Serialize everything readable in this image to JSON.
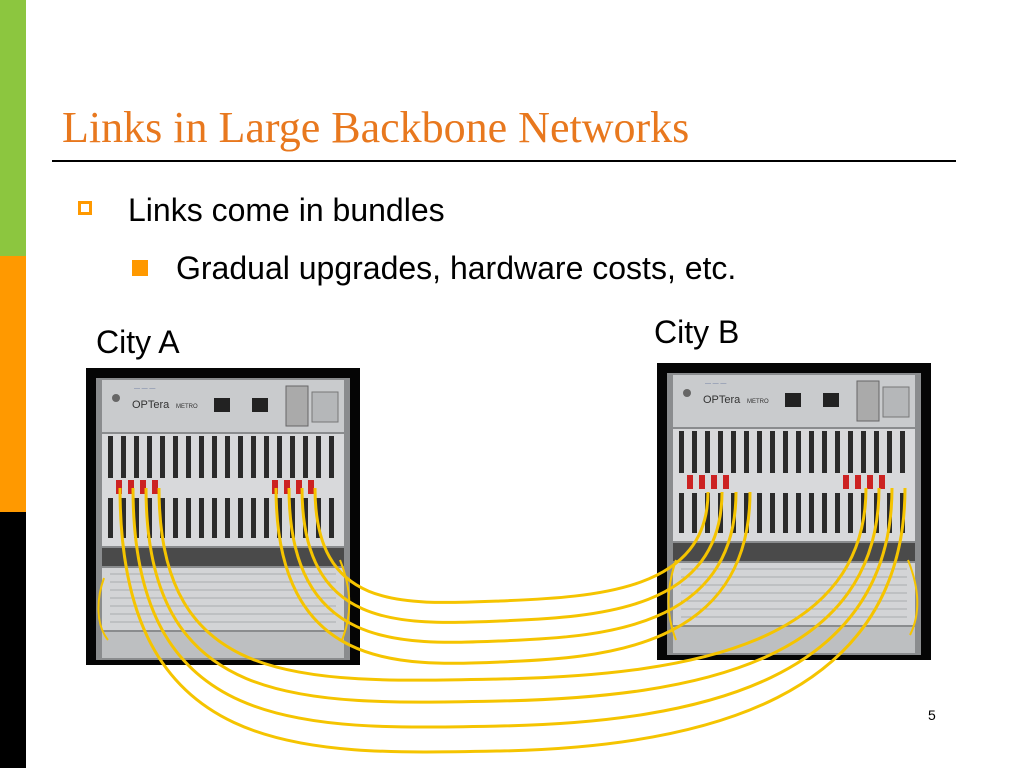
{
  "slide": {
    "title": "Links in Large Backbone Networks",
    "bullets": [
      {
        "level": 1,
        "marker": "hollow-square",
        "text": "Links come in bundles"
      },
      {
        "level": 2,
        "marker": "filled-square",
        "text": "Gradual upgrades, hardware costs, etc."
      }
    ],
    "cities": {
      "a": "City A",
      "b": "City B"
    },
    "equipment": {
      "brand": "OPTera",
      "model": "METRO"
    },
    "page_number": "5"
  },
  "colors": {
    "title": "#e8781e",
    "accent_green": "#8cc63f",
    "accent_orange": "#ff9900",
    "accent_black": "#000000",
    "bullet_marker": "#ff9900",
    "fiber": "#f5c400",
    "connector": "#cc2222"
  },
  "icons": {
    "bullet_level_1": "hollow-square-icon",
    "bullet_level_2": "filled-square-icon"
  }
}
